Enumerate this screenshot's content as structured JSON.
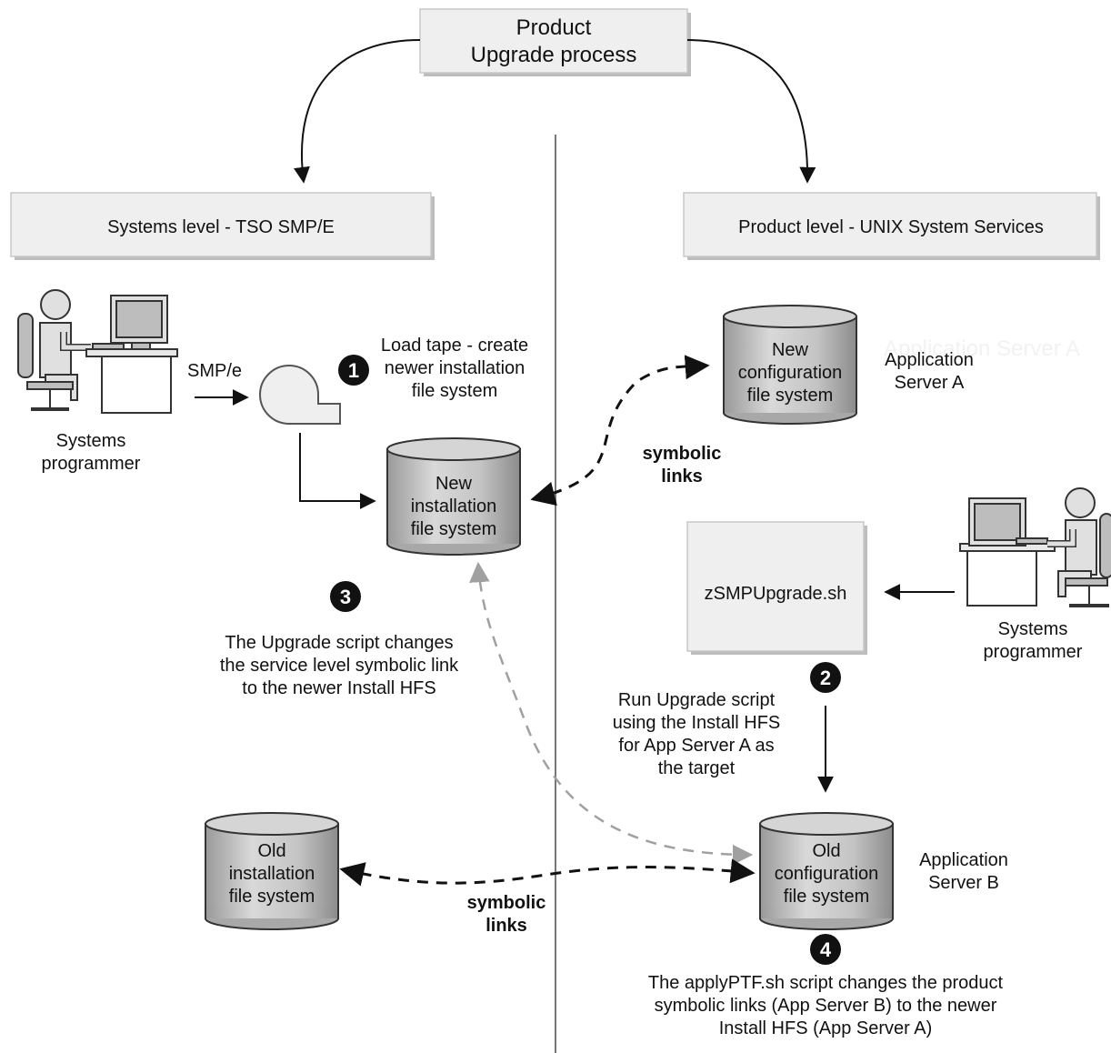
{
  "title": {
    "line1": "Product",
    "line2": "Upgrade process"
  },
  "left_panel": {
    "label": "Systems level - TSO SMP/E"
  },
  "right_panel": {
    "label": "Product level - UNIX System Services"
  },
  "left_programmer": {
    "line1": "Systems",
    "line2": "programmer"
  },
  "right_programmer": {
    "line1": "Systems",
    "line2": "programmer"
  },
  "smpe_label": "SMP/e",
  "step1": {
    "number": "1",
    "lines": [
      "Load tape - create",
      "newer installation",
      "file system"
    ]
  },
  "step2": {
    "number": "2",
    "lines": [
      "Run Upgrade script",
      "using the Install HFS",
      "for App Server A as",
      "the target"
    ]
  },
  "step3": {
    "number": "3",
    "lines": [
      "The Upgrade script changes",
      "the service level symbolic link",
      "to the newer Install HFS"
    ]
  },
  "step4": {
    "number": "4",
    "lines": [
      "The applyPTF.sh script changes the product",
      "symbolic links (App Server B) to the newer",
      "Install HFS (App Server A)"
    ]
  },
  "new_config_fs": {
    "lines": [
      "New",
      "configuration",
      "file system"
    ]
  },
  "new_install_fs": {
    "lines": [
      "New",
      "installation",
      "file system"
    ]
  },
  "old_install_fs": {
    "lines": [
      "Old",
      "installation",
      "file system"
    ]
  },
  "old_config_fs": {
    "lines": [
      "Old",
      "configuration",
      "file system"
    ]
  },
  "app_server_a": {
    "line1": "Application",
    "line2": "Server A",
    "ghost": "Application Server A"
  },
  "app_server_b": {
    "line1": "Application",
    "line2": "Server B"
  },
  "script_box": {
    "label": "zSMPUpgrade.sh"
  },
  "symlinks_upper": {
    "line1": "symbolic",
    "line2": "links"
  },
  "symlinks_lower": {
    "line1": "symbolic",
    "line2": "links"
  }
}
